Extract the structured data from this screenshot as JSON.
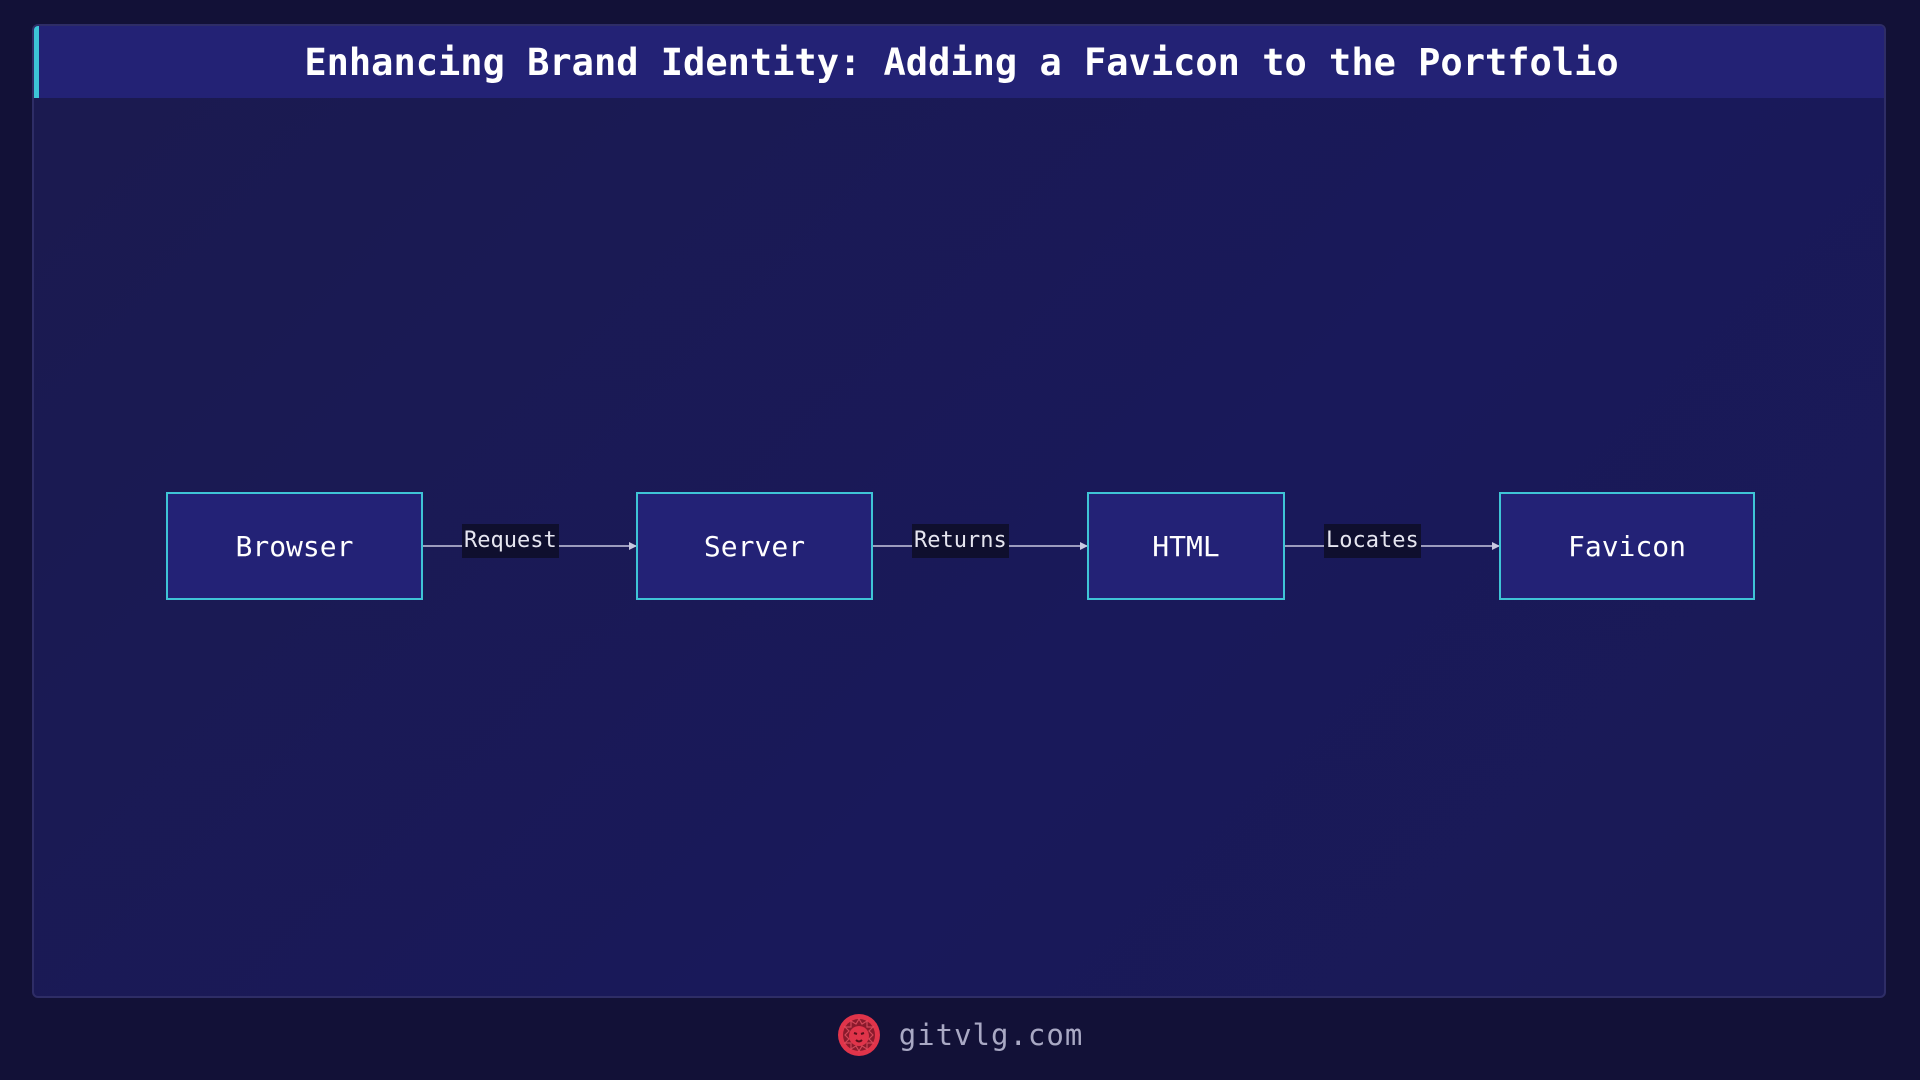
{
  "title": "Enhancing Brand Identity: Adding a Favicon to the Portfolio",
  "nodes": [
    {
      "id": "browser",
      "label": "Browser"
    },
    {
      "id": "server",
      "label": "Server"
    },
    {
      "id": "html",
      "label": "HTML"
    },
    {
      "id": "favicon",
      "label": "Favicon"
    }
  ],
  "edges": [
    {
      "from": "browser",
      "to": "server",
      "label": "Request"
    },
    {
      "from": "server",
      "to": "html",
      "label": "Returns"
    },
    {
      "from": "html",
      "to": "favicon",
      "label": "Locates"
    }
  ],
  "footer": {
    "site": "gitvlg.com",
    "logo_icon": "lion-logo-icon"
  },
  "colors": {
    "background": "#121137",
    "panel": "#1b1a4f",
    "title_bar": "#232275",
    "accent": "#3cc4d6",
    "node_fill": "#232276",
    "node_border": "#3fc4d6",
    "edge": "#c8c8e0",
    "logo": "#e0344a"
  }
}
